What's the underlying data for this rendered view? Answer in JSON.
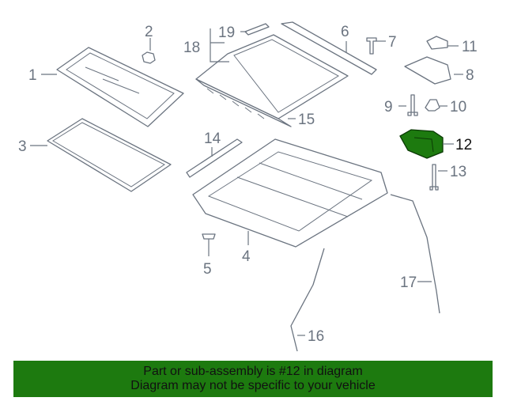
{
  "diagram": {
    "highlight_color": "#1d7a0f",
    "part_color": "#6b7480",
    "highlighted_callout": "12",
    "callouts": {
      "c1": "1",
      "c2": "2",
      "c3": "3",
      "c4": "4",
      "c5": "5",
      "c6": "6",
      "c7": "7",
      "c8": "8",
      "c9": "9",
      "c10": "10",
      "c11": "11",
      "c12": "12",
      "c13": "13",
      "c14": "14",
      "c15": "15",
      "c16": "16",
      "c17": "17",
      "c18": "18",
      "c19": "19"
    }
  },
  "footer": {
    "background": "#1d7a0f",
    "line1": "Part or sub-assembly is #12 in diagram",
    "line2": "Diagram may not be specific to your vehicle"
  }
}
